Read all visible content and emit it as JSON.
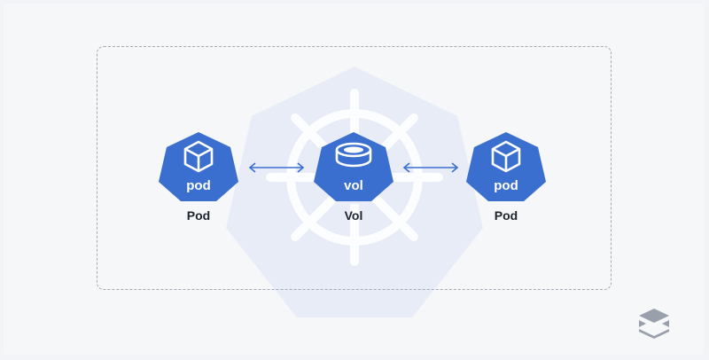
{
  "colors": {
    "node_fill": "#3a6fd0",
    "node_icon": "#ffffff",
    "arrow": "#3a6fd0",
    "label": "#1f2430",
    "watermark_hex": "#e7ecf6",
    "dashed_border": "#a3a8b3"
  },
  "nodes": [
    {
      "icon": "cube-icon",
      "badge_text": "pod",
      "label": "Pod"
    },
    {
      "icon": "volume-disk-icon",
      "badge_text": "vol",
      "label": "Vol"
    },
    {
      "icon": "cube-icon",
      "badge_text": "pod",
      "label": "Pod"
    }
  ],
  "connections": [
    {
      "from": 0,
      "to": 1,
      "direction": "bidirectional"
    },
    {
      "from": 1,
      "to": 2,
      "direction": "bidirectional"
    }
  ],
  "decorations": {
    "background": "kubernetes-helm-wheel-icon",
    "corner_logo": "stacked-layers-logo-icon"
  }
}
